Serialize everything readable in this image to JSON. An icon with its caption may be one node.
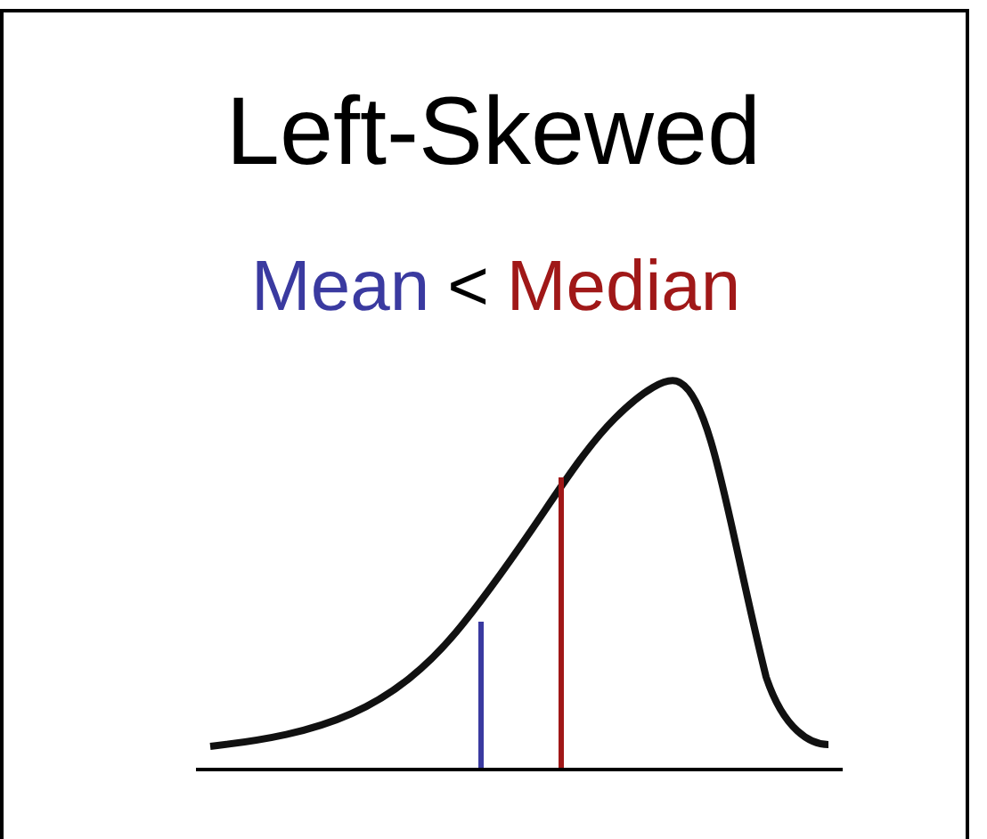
{
  "diagram": {
    "title": "Left-Skewed",
    "labels": [
      "Mean",
      "<",
      "Median"
    ]
  }
}
